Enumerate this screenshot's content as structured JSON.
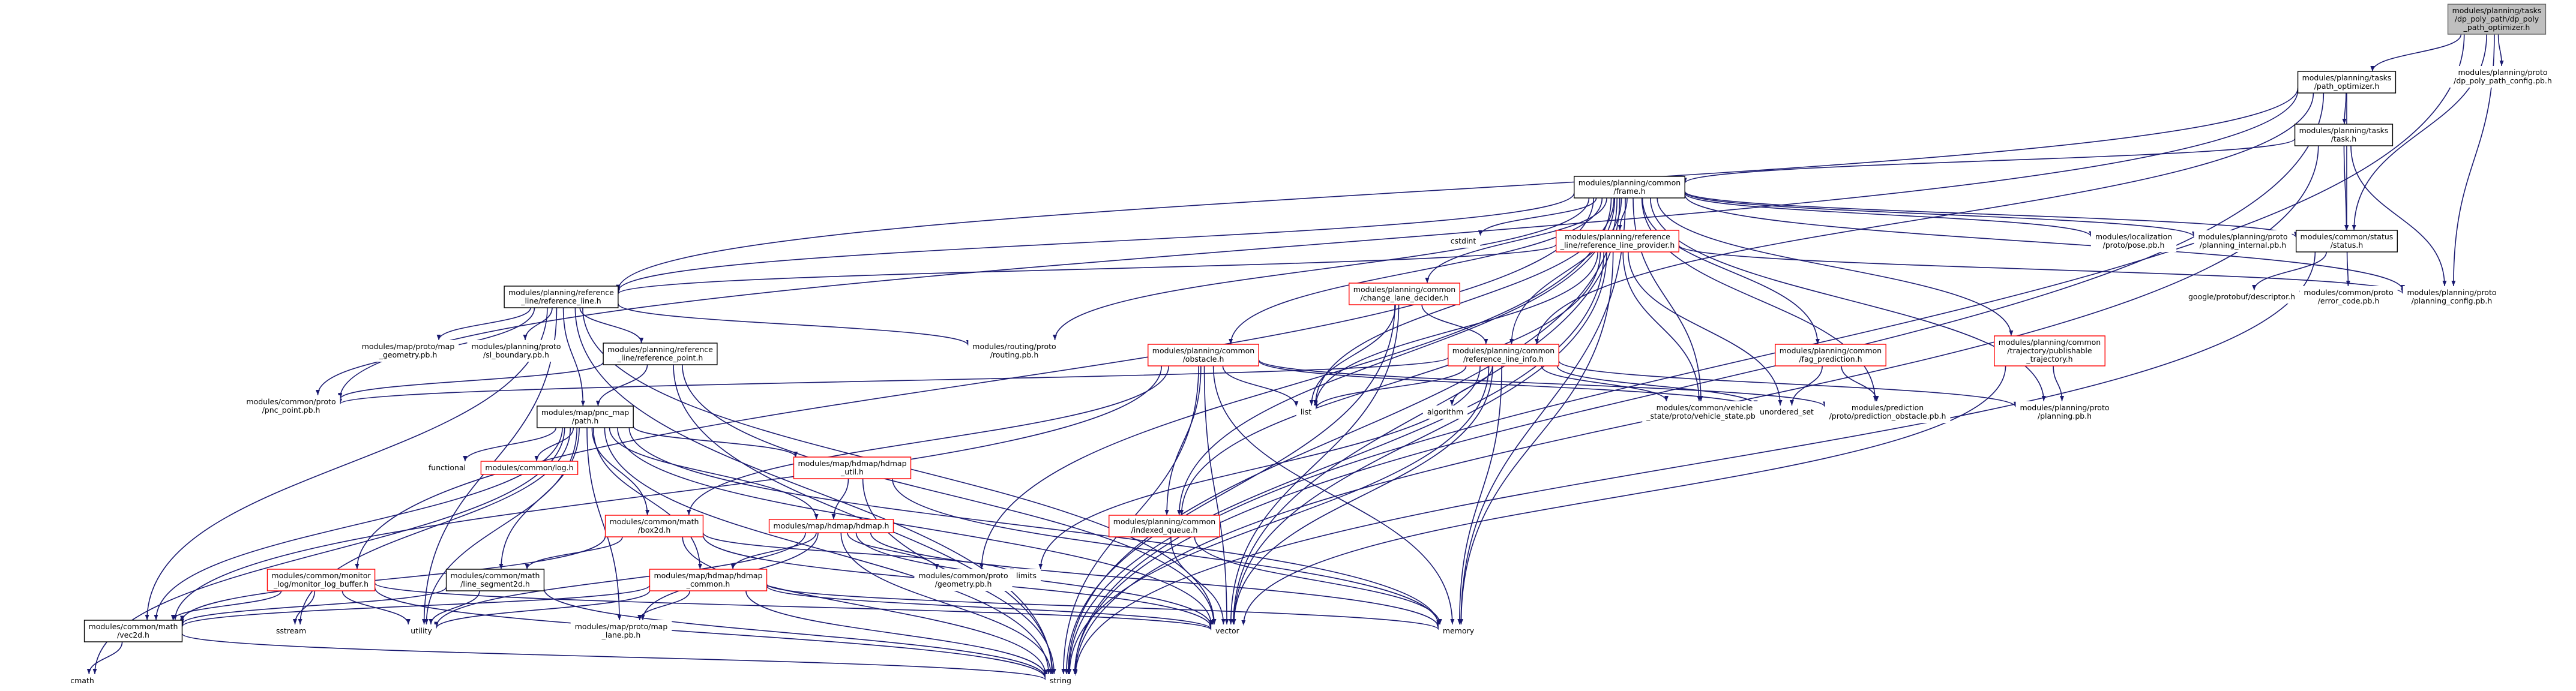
{
  "graph": {
    "nodes": [
      {
        "id": "dp_poly_path_optimizer",
        "lines": [
          "modules/planning/tasks",
          "/dp_poly_path/dp_poly",
          "_path_optimizer.h"
        ],
        "style": "root"
      },
      {
        "id": "path_optimizer",
        "lines": [
          "modules/planning/tasks",
          "/path_optimizer.h"
        ],
        "style": "black"
      },
      {
        "id": "dp_poly_path_config_pb",
        "lines": [
          "modules/planning/proto",
          "/dp_poly_path_config.pb.h"
        ],
        "style": "none"
      },
      {
        "id": "task",
        "lines": [
          "modules/planning/tasks",
          "/task.h"
        ],
        "style": "black"
      },
      {
        "id": "frame",
        "lines": [
          "modules/planning/common",
          "/frame.h"
        ],
        "style": "black"
      },
      {
        "id": "cstdint",
        "lines": [
          "cstdint"
        ],
        "style": "none"
      },
      {
        "id": "reference_line_provider",
        "lines": [
          "modules/planning/reference",
          "_line/reference_line_provider.h"
        ],
        "style": "red"
      },
      {
        "id": "pose_pb",
        "lines": [
          "modules/localization",
          "/proto/pose.pb.h"
        ],
        "style": "none"
      },
      {
        "id": "planning_internal_pb",
        "lines": [
          "modules/planning/proto",
          "/planning_internal.pb.h"
        ],
        "style": "none"
      },
      {
        "id": "status",
        "lines": [
          "modules/common/status",
          "/status.h"
        ],
        "style": "black"
      },
      {
        "id": "reference_line",
        "lines": [
          "modules/planning/reference",
          "_line/reference_line.h"
        ],
        "style": "black"
      },
      {
        "id": "change_lane_decider",
        "lines": [
          "modules/planning/common",
          "/change_lane_decider.h"
        ],
        "style": "red"
      },
      {
        "id": "descriptor",
        "lines": [
          "google/protobuf/descriptor.h"
        ],
        "style": "none"
      },
      {
        "id": "error_code_pb",
        "lines": [
          "modules/common/proto",
          "/error_code.pb.h"
        ],
        "style": "none"
      },
      {
        "id": "planning_config_pb",
        "lines": [
          "modules/planning/proto",
          "/planning_config.pb.h"
        ],
        "style": "none"
      },
      {
        "id": "trajectory_publishable",
        "lines": [
          "modules/planning/common",
          "/trajectory/publishable",
          "_trajectory.h"
        ],
        "style": "red"
      },
      {
        "id": "map_geometry_pb",
        "lines": [
          "modules/map/proto/map",
          "_geometry.pb.h"
        ],
        "style": "none"
      },
      {
        "id": "sl_boundary_pb",
        "lines": [
          "modules/planning/proto",
          "/sl_boundary.pb.h"
        ],
        "style": "none"
      },
      {
        "id": "routing_pb",
        "lines": [
          "modules/routing/proto",
          "/routing.pb.h"
        ],
        "style": "none"
      },
      {
        "id": "reference_point",
        "lines": [
          "modules/planning/reference",
          "_line/reference_point.h"
        ],
        "style": "black"
      },
      {
        "id": "obstacle",
        "lines": [
          "modules/planning/common",
          "/obstacle.h"
        ],
        "style": "red"
      },
      {
        "id": "reference_line_info",
        "lines": [
          "modules/planning/common",
          "/reference_line_info.h"
        ],
        "style": "red"
      },
      {
        "id": "fag_prediction",
        "lines": [
          "modules/planning/common",
          "/fag_prediction.h"
        ],
        "style": "red"
      },
      {
        "id": "pnc_point_pb",
        "lines": [
          "modules/common/proto",
          "/pnc_point.pb.h"
        ],
        "style": "none"
      },
      {
        "id": "path",
        "lines": [
          "modules/map/pnc_map",
          "/path.h"
        ],
        "style": "black"
      },
      {
        "id": "list",
        "lines": [
          "list"
        ],
        "style": "none"
      },
      {
        "id": "algorithm",
        "lines": [
          "algorithm"
        ],
        "style": "none"
      },
      {
        "id": "vehicle_state_pb",
        "lines": [
          "modules/common/vehicle",
          "_state/proto/vehicle_state.pb.h"
        ],
        "style": "none"
      },
      {
        "id": "unordered_set",
        "lines": [
          "unordered_set"
        ],
        "style": "none"
      },
      {
        "id": "prediction_obstacle_pb",
        "lines": [
          "modules/prediction",
          "/proto/prediction_obstacle.pb.h"
        ],
        "style": "none"
      },
      {
        "id": "planning_pb",
        "lines": [
          "modules/planning/proto",
          "/planning.pb.h"
        ],
        "style": "none"
      },
      {
        "id": "functional",
        "lines": [
          "functional"
        ],
        "style": "none"
      },
      {
        "id": "log",
        "lines": [
          "modules/common/log.h"
        ],
        "style": "red"
      },
      {
        "id": "hdmap_util",
        "lines": [
          "modules/map/hdmap/hdmap",
          "_util.h"
        ],
        "style": "red"
      },
      {
        "id": "box2d",
        "lines": [
          "modules/common/math",
          "/box2d.h"
        ],
        "style": "red"
      },
      {
        "id": "hdmap",
        "lines": [
          "modules/map/hdmap/hdmap.h"
        ],
        "style": "red"
      },
      {
        "id": "indexed_queue",
        "lines": [
          "modules/planning/common",
          "/indexed_queue.h"
        ],
        "style": "red"
      },
      {
        "id": "monitor_log_buffer",
        "lines": [
          "modules/common/monitor",
          "_log/monitor_log_buffer.h"
        ],
        "style": "red"
      },
      {
        "id": "line_segment2d",
        "lines": [
          "modules/common/math",
          "/line_segment2d.h"
        ],
        "style": "black"
      },
      {
        "id": "hdmap_common",
        "lines": [
          "modules/map/hdmap/hdmap",
          "_common.h"
        ],
        "style": "red"
      },
      {
        "id": "limits",
        "lines": [
          "limits"
        ],
        "style": "none"
      },
      {
        "id": "geometry_pb",
        "lines": [
          "modules/common/proto",
          "/geometry.pb.h"
        ],
        "style": "none"
      },
      {
        "id": "vec2d",
        "lines": [
          "modules/common/math",
          "/vec2d.h"
        ],
        "style": "black"
      },
      {
        "id": "sstream",
        "lines": [
          "sstream"
        ],
        "style": "none"
      },
      {
        "id": "utility",
        "lines": [
          "utility"
        ],
        "style": "none"
      },
      {
        "id": "map_lane_pb",
        "lines": [
          "modules/map/proto/map",
          "_lane.pb.h"
        ],
        "style": "none"
      },
      {
        "id": "vector",
        "lines": [
          "vector"
        ],
        "style": "none"
      },
      {
        "id": "memory",
        "lines": [
          "memory"
        ],
        "style": "none"
      },
      {
        "id": "cmath",
        "lines": [
          "cmath"
        ],
        "style": "none"
      },
      {
        "id": "string",
        "lines": [
          "string"
        ],
        "style": "none"
      }
    ],
    "edges": [
      [
        "dp_poly_path_optimizer",
        "path_optimizer"
      ],
      [
        "dp_poly_path_optimizer",
        "dp_poly_path_config_pb"
      ],
      [
        "dp_poly_path_optimizer",
        "status"
      ],
      [
        "dp_poly_path_optimizer",
        "planning_config_pb"
      ],
      [
        "dp_poly_path_optimizer",
        "string"
      ],
      [
        "path_optimizer",
        "task"
      ],
      [
        "path_optimizer",
        "reference_line"
      ],
      [
        "path_optimizer",
        "pnc_point_pb"
      ],
      [
        "path_optimizer",
        "reference_line_info"
      ],
      [
        "path_optimizer",
        "status"
      ],
      [
        "path_optimizer",
        "string"
      ],
      [
        "task",
        "frame"
      ],
      [
        "task",
        "status"
      ],
      [
        "task",
        "planning_config_pb"
      ],
      [
        "task",
        "string"
      ],
      [
        "frame",
        "cstdint"
      ],
      [
        "frame",
        "reference_line_provider"
      ],
      [
        "frame",
        "pose_pb"
      ],
      [
        "frame",
        "planning_internal_pb"
      ],
      [
        "frame",
        "status"
      ],
      [
        "frame",
        "planning_config_pb"
      ],
      [
        "frame",
        "reference_line"
      ],
      [
        "frame",
        "change_lane_decider"
      ],
      [
        "frame",
        "trajectory_publishable"
      ],
      [
        "frame",
        "routing_pb"
      ],
      [
        "frame",
        "obstacle"
      ],
      [
        "frame",
        "reference_line_info"
      ],
      [
        "frame",
        "fag_prediction"
      ],
      [
        "frame",
        "list"
      ],
      [
        "frame",
        "vehicle_state_pb"
      ],
      [
        "frame",
        "prediction_obstacle_pb"
      ],
      [
        "frame",
        "planning_pb"
      ],
      [
        "frame",
        "indexed_queue"
      ],
      [
        "frame",
        "monitor_log_buffer"
      ],
      [
        "frame",
        "geometry_pb"
      ],
      [
        "frame",
        "vector"
      ],
      [
        "frame",
        "memory"
      ],
      [
        "frame",
        "string"
      ],
      [
        "reference_line_provider",
        "reference_line"
      ],
      [
        "reference_line_provider",
        "planning_config_pb"
      ],
      [
        "reference_line_provider",
        "list"
      ],
      [
        "reference_line_provider",
        "vehicle_state_pb"
      ],
      [
        "reference_line_provider",
        "unordered_set"
      ],
      [
        "reference_line_provider",
        "indexed_queue"
      ],
      [
        "reference_line_provider",
        "vector"
      ],
      [
        "reference_line_provider",
        "memory"
      ],
      [
        "reference_line_provider",
        "string"
      ],
      [
        "status",
        "descriptor"
      ],
      [
        "status",
        "error_code_pb"
      ],
      [
        "status",
        "string"
      ],
      [
        "reference_line",
        "map_geometry_pb"
      ],
      [
        "reference_line",
        "sl_boundary_pb"
      ],
      [
        "reference_line",
        "routing_pb"
      ],
      [
        "reference_line",
        "reference_point"
      ],
      [
        "reference_line",
        "pnc_point_pb"
      ],
      [
        "reference_line",
        "path"
      ],
      [
        "reference_line",
        "vec2d"
      ],
      [
        "reference_line",
        "utility"
      ],
      [
        "reference_line",
        "vector"
      ],
      [
        "reference_line",
        "string"
      ],
      [
        "change_lane_decider",
        "reference_line_info"
      ],
      [
        "change_lane_decider",
        "list"
      ],
      [
        "change_lane_decider",
        "vector"
      ],
      [
        "change_lane_decider",
        "string"
      ],
      [
        "trajectory_publishable",
        "planning_pb"
      ],
      [
        "trajectory_publishable",
        "vector"
      ],
      [
        "reference_point",
        "pnc_point_pb"
      ],
      [
        "reference_point",
        "path"
      ],
      [
        "reference_point",
        "vector"
      ],
      [
        "reference_point",
        "string"
      ],
      [
        "obstacle",
        "list"
      ],
      [
        "obstacle",
        "unordered_set"
      ],
      [
        "obstacle",
        "prediction_obstacle_pb"
      ],
      [
        "obstacle",
        "box2d"
      ],
      [
        "obstacle",
        "vec2d"
      ],
      [
        "obstacle",
        "indexed_queue"
      ],
      [
        "obstacle",
        "vector"
      ],
      [
        "obstacle",
        "memory"
      ],
      [
        "obstacle",
        "string"
      ],
      [
        "reference_line_info",
        "list"
      ],
      [
        "reference_line_info",
        "algorithm"
      ],
      [
        "reference_line_info",
        "vehicle_state_pb"
      ],
      [
        "reference_line_info",
        "unordered_set"
      ],
      [
        "reference_line_info",
        "planning_pb"
      ],
      [
        "reference_line_info",
        "pnc_point_pb"
      ],
      [
        "reference_line_info",
        "limits"
      ],
      [
        "reference_line_info",
        "vector"
      ],
      [
        "reference_line_info",
        "memory"
      ],
      [
        "reference_line_info",
        "string"
      ],
      [
        "fag_prediction",
        "unordered_set"
      ],
      [
        "fag_prediction",
        "prediction_obstacle_pb"
      ],
      [
        "path",
        "functional"
      ],
      [
        "path",
        "log"
      ],
      [
        "path",
        "hdmap_util"
      ],
      [
        "path",
        "box2d"
      ],
      [
        "path",
        "hdmap"
      ],
      [
        "path",
        "line_segment2d"
      ],
      [
        "path",
        "hdmap_common"
      ],
      [
        "path",
        "vec2d"
      ],
      [
        "path",
        "sstream"
      ],
      [
        "path",
        "utility"
      ],
      [
        "path",
        "map_lane_pb"
      ],
      [
        "path",
        "vector"
      ],
      [
        "path",
        "memory"
      ],
      [
        "path",
        "cmath"
      ],
      [
        "path",
        "string"
      ],
      [
        "hdmap_util",
        "hdmap"
      ],
      [
        "hdmap_util",
        "memory"
      ],
      [
        "hdmap_util",
        "string"
      ],
      [
        "box2d",
        "line_segment2d"
      ],
      [
        "box2d",
        "vec2d"
      ],
      [
        "box2d",
        "limits"
      ],
      [
        "box2d",
        "vector"
      ],
      [
        "box2d",
        "string"
      ],
      [
        "hdmap",
        "hdmap_common"
      ],
      [
        "hdmap",
        "geometry_pb"
      ],
      [
        "hdmap",
        "utility"
      ],
      [
        "hdmap",
        "vector"
      ],
      [
        "hdmap",
        "memory"
      ],
      [
        "hdmap",
        "string"
      ],
      [
        "hdmap",
        "map_lane_pb"
      ],
      [
        "indexed_queue",
        "vector"
      ],
      [
        "indexed_queue",
        "memory"
      ],
      [
        "monitor_log_buffer",
        "vec2d"
      ],
      [
        "monitor_log_buffer",
        "sstream"
      ],
      [
        "monitor_log_buffer",
        "utility"
      ],
      [
        "monitor_log_buffer",
        "vector"
      ],
      [
        "monitor_log_buffer",
        "string"
      ],
      [
        "line_segment2d",
        "vec2d"
      ],
      [
        "line_segment2d",
        "utility"
      ],
      [
        "line_segment2d",
        "string"
      ],
      [
        "hdmap_common",
        "map_lane_pb"
      ],
      [
        "hdmap_common",
        "vec2d"
      ],
      [
        "hdmap_common",
        "utility"
      ],
      [
        "hdmap_common",
        "vector"
      ],
      [
        "hdmap_common",
        "memory"
      ],
      [
        "hdmap_common",
        "string"
      ],
      [
        "vec2d",
        "cmath"
      ],
      [
        "vec2d",
        "string"
      ]
    ]
  }
}
